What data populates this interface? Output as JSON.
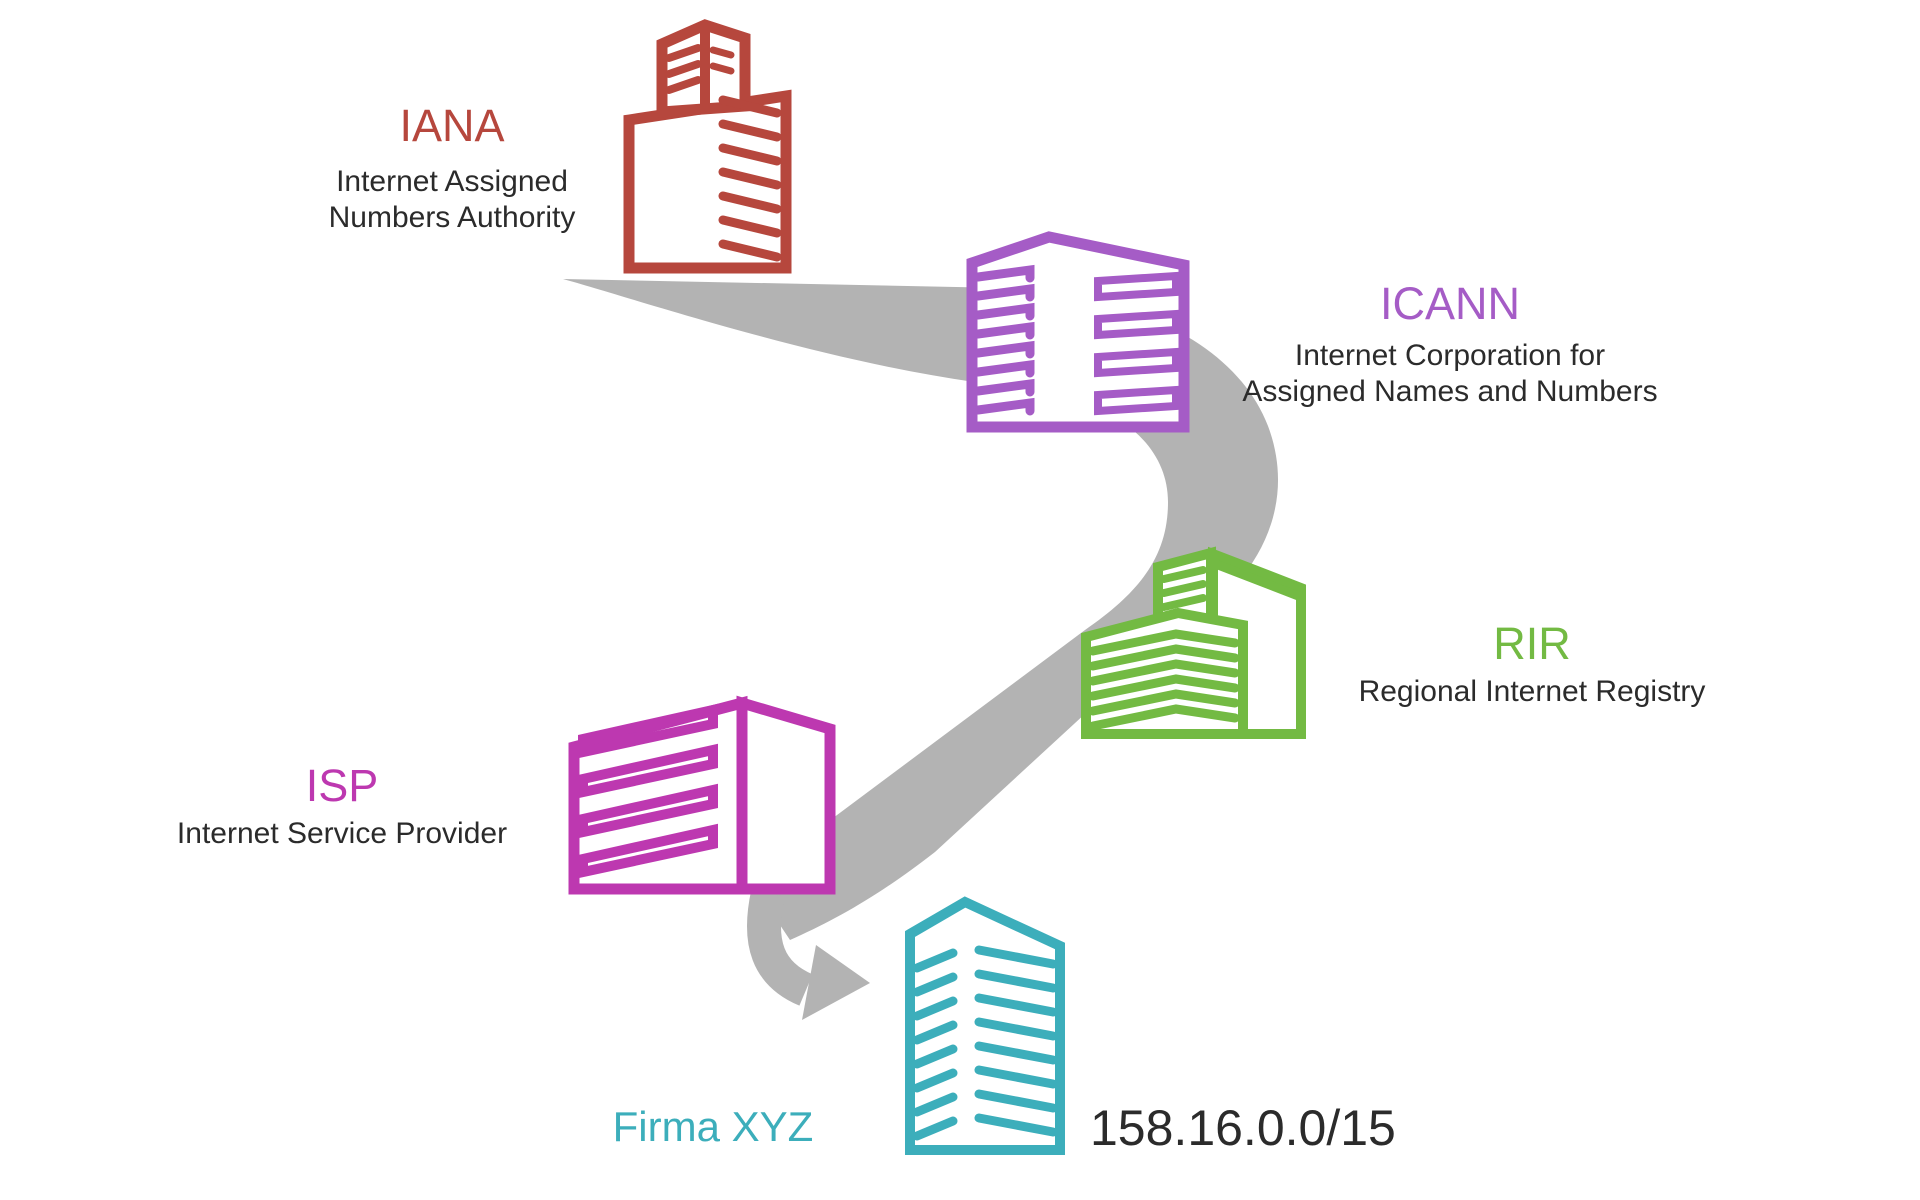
{
  "colors": {
    "flow": "#b3b3b3",
    "label_text": "#2b2b2b",
    "background": "#ffffff"
  },
  "nodes": {
    "iana": {
      "abbr": "IANA",
      "full_name": [
        "Internet Assigned",
        "Numbers Authority"
      ],
      "color": "#b6473d",
      "icon": "office-building-icon"
    },
    "icann": {
      "abbr": "ICANN",
      "full_name": [
        "Internet Corporation for",
        "Assigned Names and Numbers"
      ],
      "color": "#a55cc6",
      "icon": "office-building-icon"
    },
    "rir": {
      "abbr": "RIR",
      "full_name": [
        "Regional Internet Registry"
      ],
      "color": "#73ba43",
      "icon": "office-building-icon"
    },
    "isp": {
      "abbr": "ISP",
      "full_name": [
        "Internet Service Provider"
      ],
      "color": "#bd38b0",
      "icon": "office-building-icon"
    },
    "company": {
      "abbr": "Firma XYZ",
      "full_name": [],
      "color": "#3caebb",
      "icon": "office-building-icon"
    }
  },
  "allocation_label": {
    "ip_block": "158.16.0.0/15"
  }
}
